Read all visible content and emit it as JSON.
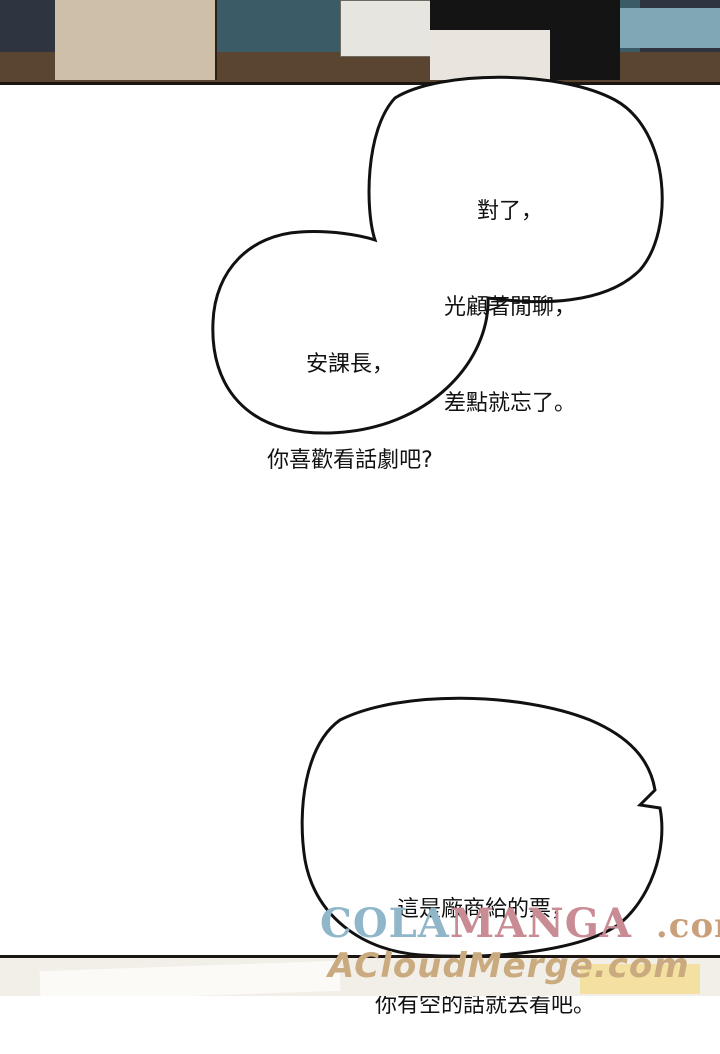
{
  "bubbles": {
    "top": {
      "lines": [
        "對了，",
        "光顧著閒聊，",
        "差點就忘了。"
      ]
    },
    "middle": {
      "lines": [
        "安課長，",
        "你喜歡看話劇吧?"
      ]
    },
    "bottom": {
      "lines": [
        "這是廠商給的票，",
        "你有空的話就去看吧。"
      ]
    }
  },
  "watermark": {
    "part1": "COLA",
    "part2": "MANGA",
    "part3": ".com",
    "line2": "ACloudMerge.com"
  },
  "colors": {
    "bubble_fill": "#ffffff",
    "bubble_stroke": "#111111",
    "watermark_blue": "#8fb6c9",
    "watermark_pink": "#c98c95",
    "watermark_tan": "#c9ab7f"
  }
}
